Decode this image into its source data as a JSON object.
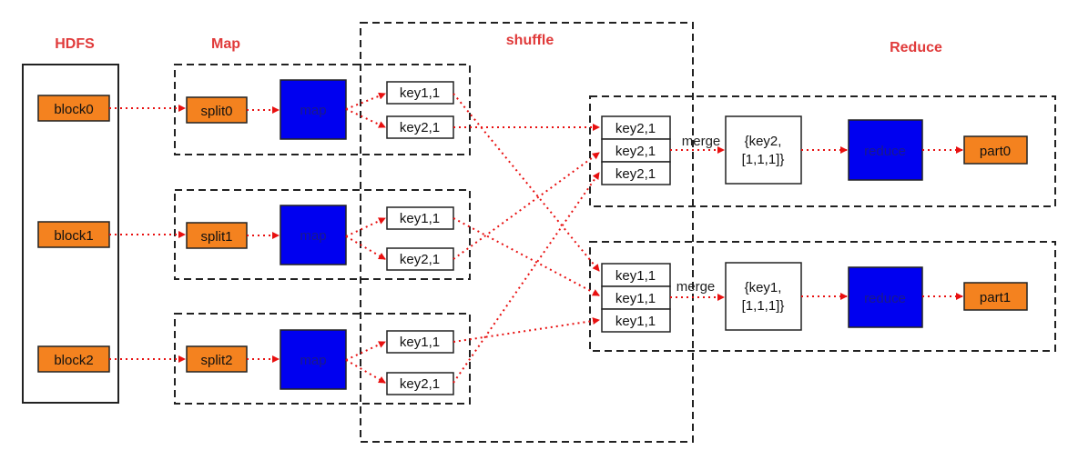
{
  "sections": {
    "hdfs": "HDFS",
    "map": "Map",
    "shuffle": "shuffle",
    "reduce": "Reduce"
  },
  "blocks": [
    "block0",
    "block1",
    "block2"
  ],
  "splits": [
    "split0",
    "split1",
    "split2"
  ],
  "map_label": "map",
  "map_outputs": [
    [
      "key1,1",
      "key2,1"
    ],
    [
      "key1,1",
      "key2,1"
    ],
    [
      "key1,1",
      "key2,1"
    ]
  ],
  "reduce_groups": [
    {
      "inputs": [
        "key2,1",
        "key2,1",
        "key2,1"
      ],
      "merge_label": "merge",
      "merged_line1": "{key2,",
      "merged_line2": "[1,1,1]}",
      "reduce_label": "reduce",
      "output": "part0"
    },
    {
      "inputs": [
        "key1,1",
        "key1,1",
        "key1,1"
      ],
      "merge_label": "merge",
      "merged_line1": "{key1,",
      "merged_line2": "[1,1,1]}",
      "reduce_label": "reduce",
      "output": "part1"
    }
  ],
  "colors": {
    "title": "#e03a3a",
    "orange": "#f4821f",
    "blue": "#0000f0",
    "arrow": "#e81010"
  }
}
